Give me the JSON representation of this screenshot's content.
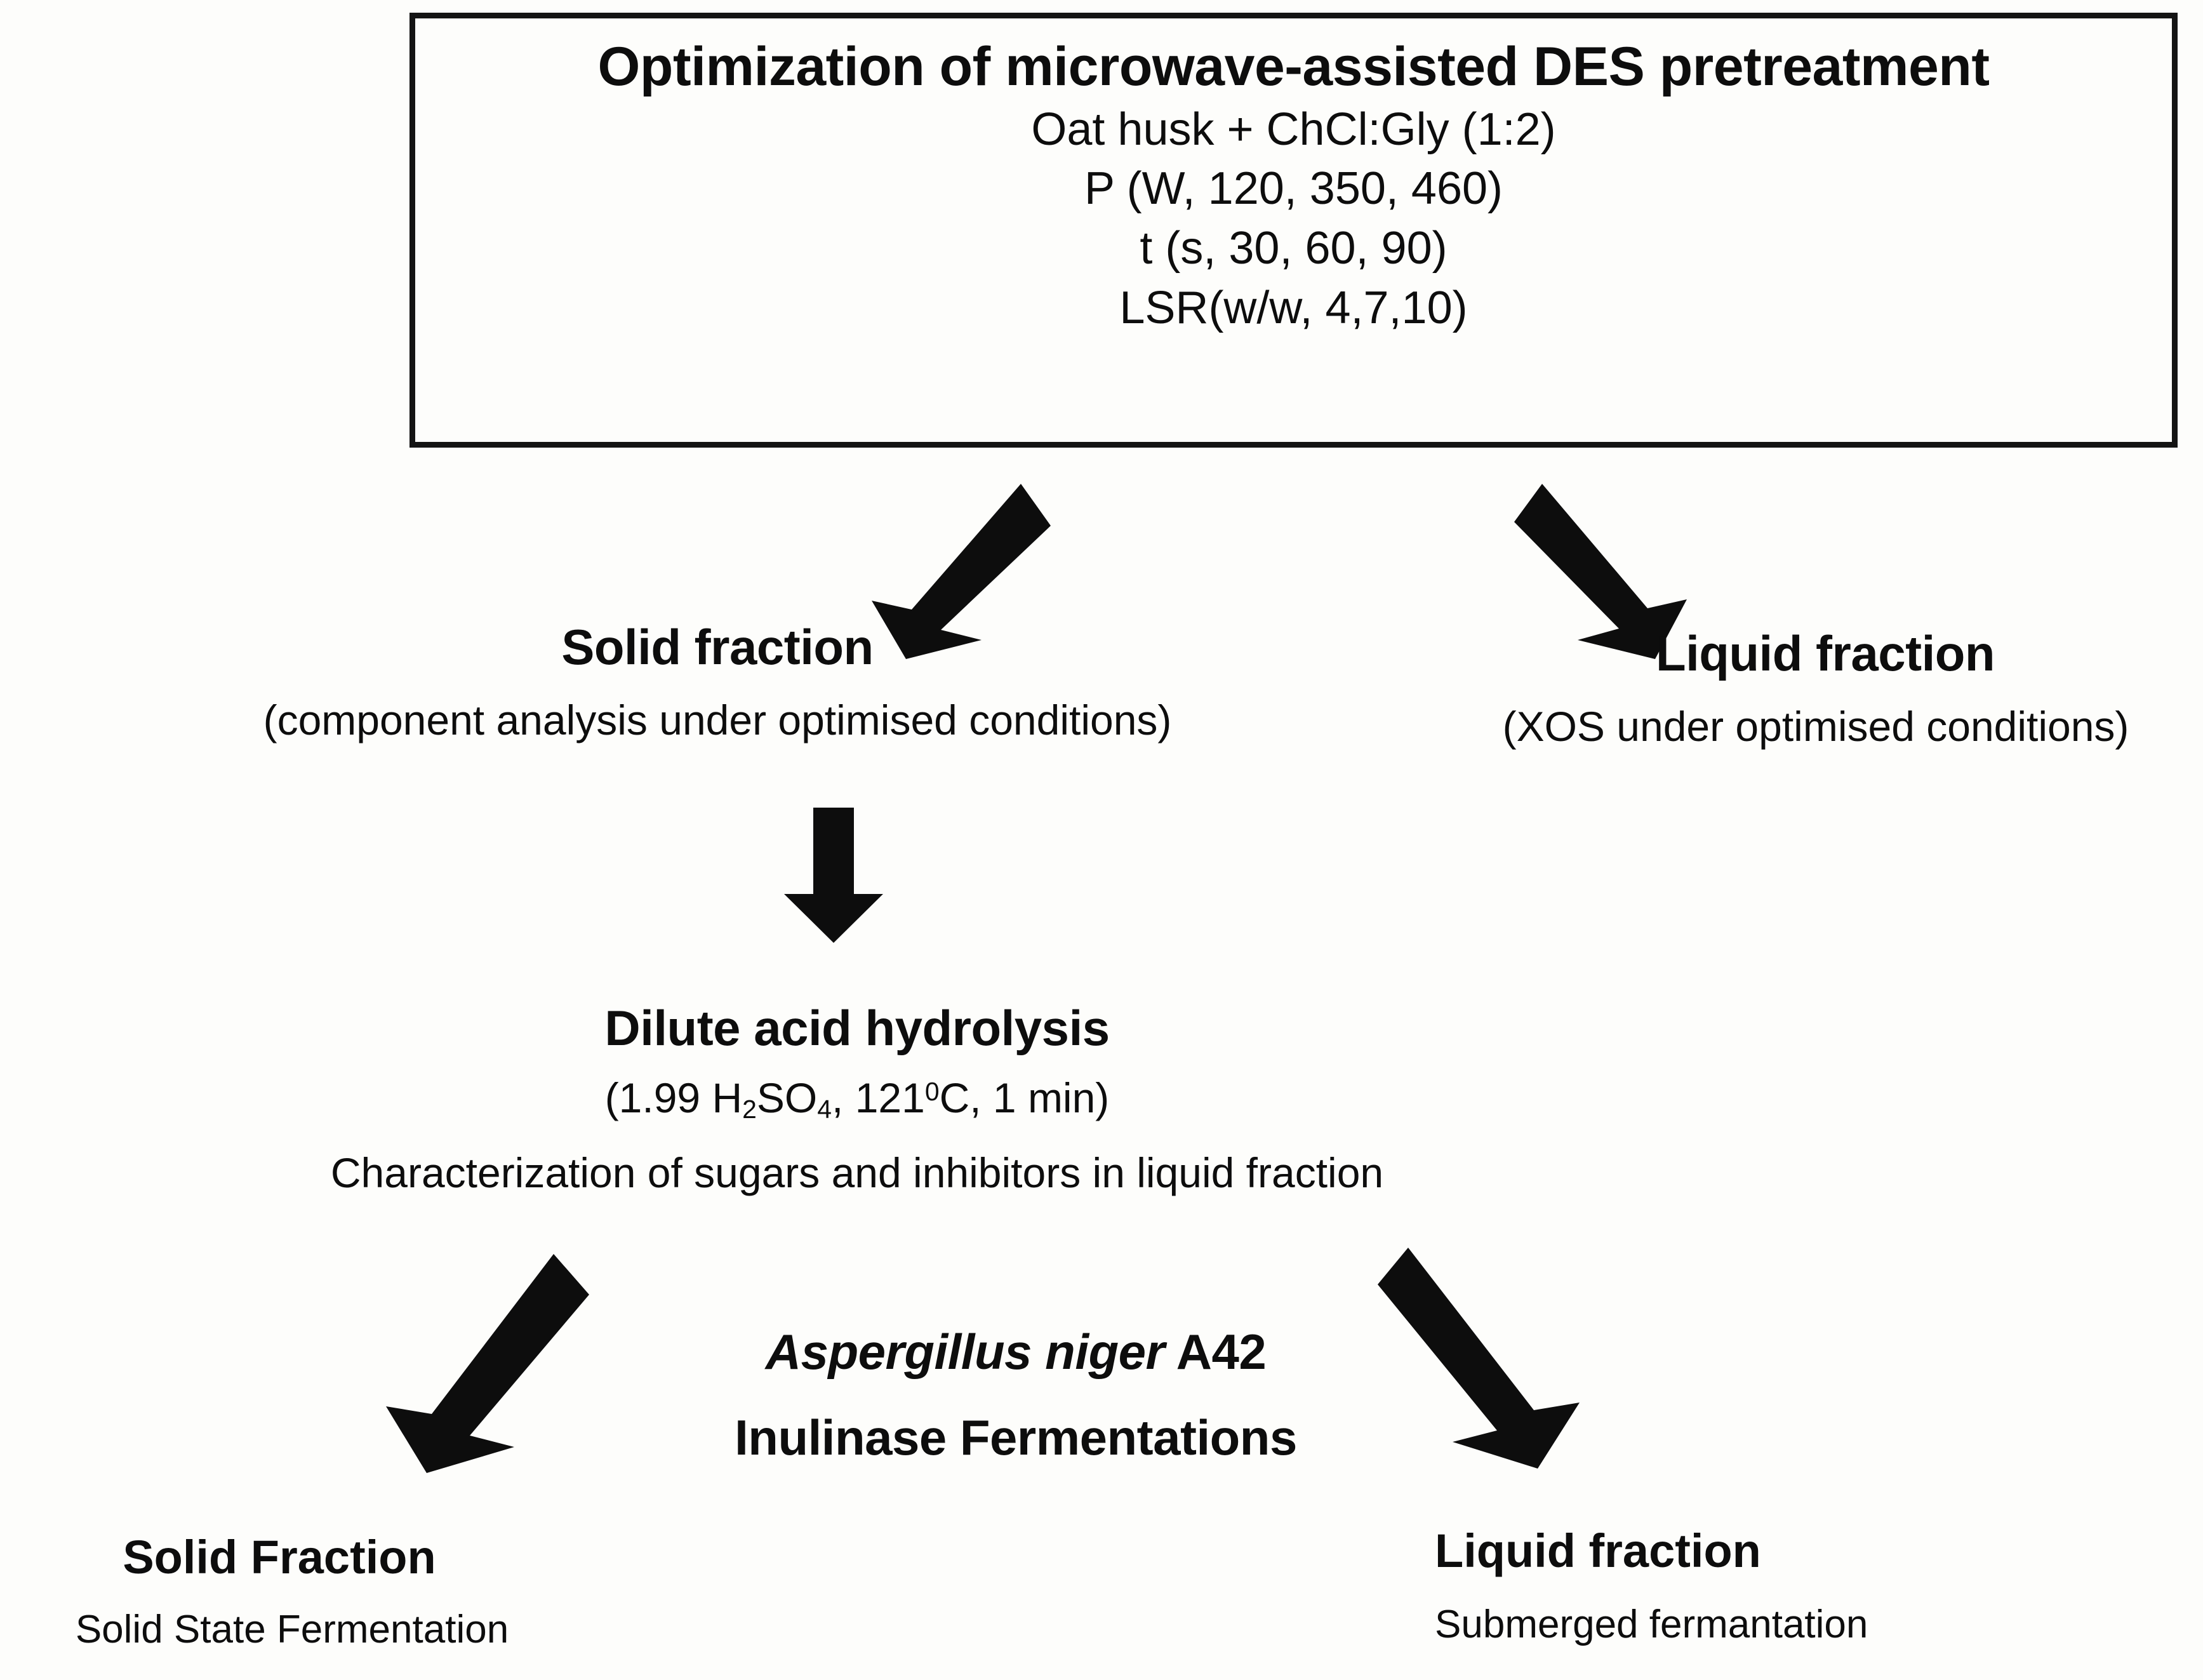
{
  "diagram": {
    "title_box": {
      "heading": "Optimization of microwave-assisted DES pretreatment",
      "lines": [
        "Oat husk + ChCl:Gly (1:2)",
        "P (W, 120, 350, 460)",
        "t (s, 30, 60, 90)",
        "LSR(w/w, 4,7,10)"
      ]
    },
    "level2": {
      "left": {
        "heading": "Solid fraction",
        "subtitle": "(component analysis under optimised conditions)"
      },
      "right": {
        "heading": "Liquid fraction",
        "subtitle": "(XOS under optimised conditions)"
      }
    },
    "level3": {
      "heading": "Dilute acid hydrolysis",
      "conditions_prefix": "(1.99 H",
      "conditions_sub1": "2",
      "conditions_mid": "SO",
      "conditions_sub2": "4",
      "conditions_mid2": ", 121",
      "conditions_sup": "0",
      "conditions_suffix": "C, 1 min)",
      "conditions_plain": "(1.99 H2SO4, 1210C, 1 min)",
      "note": "Characterization of sugars and inhibitors in liquid fraction"
    },
    "level4": {
      "organism_italic": "Aspergillus niger",
      "organism_strain": " A42",
      "process": "Inulinase Fermentations"
    },
    "level5": {
      "left": {
        "heading": "Solid Fraction",
        "subtitle": "Solid State Fermentation"
      },
      "right": {
        "heading": "Liquid fraction",
        "subtitle": "Submerged fermantation"
      }
    },
    "arrows": [
      {
        "name": "arrow-box-to-solid-fraction",
        "direction": "down-left"
      },
      {
        "name": "arrow-box-to-liquid-fraction",
        "direction": "down-right"
      },
      {
        "name": "arrow-solid-to-hydrolysis",
        "direction": "down"
      },
      {
        "name": "arrow-hydrolysis-to-solid-state",
        "direction": "down-left"
      },
      {
        "name": "arrow-hydrolysis-to-submerged",
        "direction": "down-right"
      }
    ],
    "colors": {
      "ink": "#0d0d0d",
      "background": "#fdfdfb",
      "border": "#141414"
    }
  }
}
